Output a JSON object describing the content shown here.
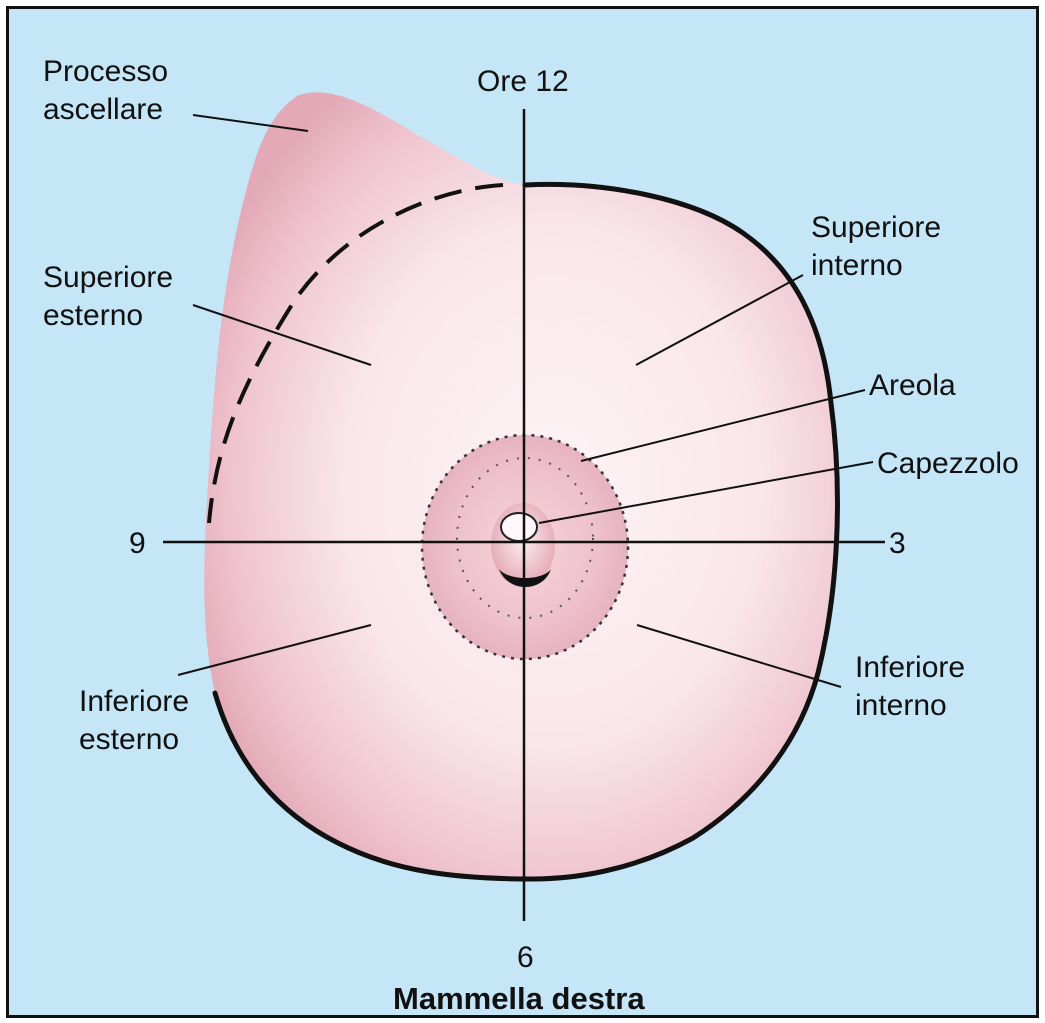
{
  "figure": {
    "title": "Mammella destra",
    "clock": {
      "top": "Ore 12",
      "right": "3",
      "bottom": "6",
      "left": "9"
    },
    "labels": {
      "axillary_process": [
        "Processo",
        "ascellare"
      ],
      "upper_outer": [
        "Superiore",
        "esterno"
      ],
      "upper_inner": [
        "Superiore",
        "interno"
      ],
      "areola": "Areola",
      "nipple": "Capezzolo",
      "lower_outer": [
        "Inferiore",
        "esterno"
      ],
      "lower_inner": [
        "Inferiore",
        "interno"
      ]
    }
  },
  "colors": {
    "background": "#c5e6f6",
    "breast_fill": "#f7dfe6",
    "breast_shadow": "#e3a9b7",
    "outline": "#111111"
  }
}
